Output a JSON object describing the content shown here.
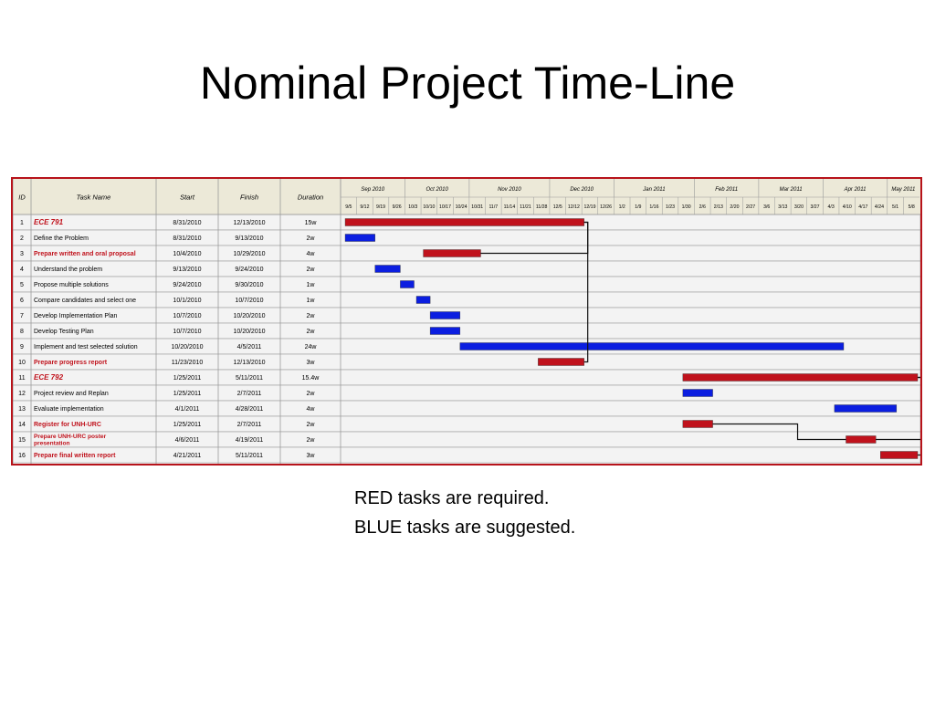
{
  "slide": {
    "title": "Nominal Project Time-Line",
    "notes": [
      "RED tasks are required.",
      "BLUE tasks are suggested."
    ]
  },
  "colors": {
    "required": "#c0121c",
    "suggested": "#0b1ee0",
    "header_bg": "#ece9d8",
    "grid": "#9a9a9a",
    "row_bg": "#f3f3f3",
    "frame": "#b7131a",
    "link": "#111111"
  },
  "table": {
    "headers": {
      "id": "ID",
      "name": "Task Name",
      "start": "Start",
      "finish": "Finish",
      "duration": "Duration"
    },
    "months": [
      "Sep 2010",
      "Oct 2010",
      "Nov 2010",
      "Dec 2010",
      "Jan 2011",
      "Feb 2011",
      "Mar 2011",
      "Apr 2011",
      "May 2011"
    ],
    "weeks": [
      "9/5",
      "9/12",
      "9/19",
      "9/26",
      "10/3",
      "10/10",
      "10/17",
      "10/24",
      "10/31",
      "11/7",
      "11/14",
      "11/21",
      "11/28",
      "12/5",
      "12/12",
      "12/19",
      "12/26",
      "1/2",
      "1/9",
      "1/16",
      "1/23",
      "1/30",
      "2/6",
      "2/13",
      "2/20",
      "2/27",
      "3/6",
      "3/13",
      "3/20",
      "3/27",
      "4/3",
      "4/10",
      "4/17",
      "4/24",
      "5/1",
      "5/8"
    ],
    "tasks": [
      {
        "id": "1",
        "name": "ECE 791",
        "start": "8/31/2010",
        "finish": "12/13/2010",
        "duration": "15w",
        "type": "required",
        "style": "summary"
      },
      {
        "id": "2",
        "name": "Define the Problem",
        "start": "8/31/2010",
        "finish": "9/13/2010",
        "duration": "2w",
        "type": "suggested",
        "style": "normal"
      },
      {
        "id": "3",
        "name": "Prepare written and oral proposal",
        "start": "10/4/2010",
        "finish": "10/29/2010",
        "duration": "4w",
        "type": "required",
        "style": "bold"
      },
      {
        "id": "4",
        "name": "Understand the problem",
        "start": "9/13/2010",
        "finish": "9/24/2010",
        "duration": "2w",
        "type": "suggested",
        "style": "normal"
      },
      {
        "id": "5",
        "name": "Propose multiple solutions",
        "start": "9/24/2010",
        "finish": "9/30/2010",
        "duration": "1w",
        "type": "suggested",
        "style": "normal"
      },
      {
        "id": "6",
        "name": "Compare candidates and select one",
        "start": "10/1/2010",
        "finish": "10/7/2010",
        "duration": "1w",
        "type": "suggested",
        "style": "normal"
      },
      {
        "id": "7",
        "name": "Develop Implementation Plan",
        "start": "10/7/2010",
        "finish": "10/20/2010",
        "duration": "2w",
        "type": "suggested",
        "style": "normal"
      },
      {
        "id": "8",
        "name": "Develop Testing Plan",
        "start": "10/7/2010",
        "finish": "10/20/2010",
        "duration": "2w",
        "type": "suggested",
        "style": "normal"
      },
      {
        "id": "9",
        "name": "Implement and test selected solution",
        "start": "10/20/2010",
        "finish": "4/5/2011",
        "duration": "24w",
        "type": "suggested",
        "style": "normal"
      },
      {
        "id": "10",
        "name": "Prepare progress report",
        "start": "11/23/2010",
        "finish": "12/13/2010",
        "duration": "3w",
        "type": "required",
        "style": "bold"
      },
      {
        "id": "11",
        "name": "ECE 792",
        "start": "1/25/2011",
        "finish": "5/11/2011",
        "duration": "15.4w",
        "type": "required",
        "style": "summary"
      },
      {
        "id": "12",
        "name": "Project review and Replan",
        "start": "1/25/2011",
        "finish": "2/7/2011",
        "duration": "2w",
        "type": "suggested",
        "style": "normal"
      },
      {
        "id": "13",
        "name": "Evaluate implementation",
        "start": "4/1/2011",
        "finish": "4/28/2011",
        "duration": "4w",
        "type": "suggested",
        "style": "normal"
      },
      {
        "id": "14",
        "name": "Register for UNH-URC",
        "start": "1/25/2011",
        "finish": "2/7/2011",
        "duration": "2w",
        "type": "required",
        "style": "bold"
      },
      {
        "id": "15",
        "name": "Prepare UNH-URC poster presentation",
        "start": "4/6/2011",
        "finish": "4/19/2011",
        "duration": "2w",
        "type": "required",
        "style": "bold"
      },
      {
        "id": "16",
        "name": "Prepare final written report",
        "start": "4/21/2011",
        "finish": "5/11/2011",
        "duration": "3w",
        "type": "required",
        "style": "bold"
      }
    ],
    "links": [
      [
        3,
        1
      ],
      [
        10,
        1
      ],
      [
        14,
        15
      ],
      [
        15,
        11
      ],
      [
        16,
        11
      ]
    ]
  }
}
